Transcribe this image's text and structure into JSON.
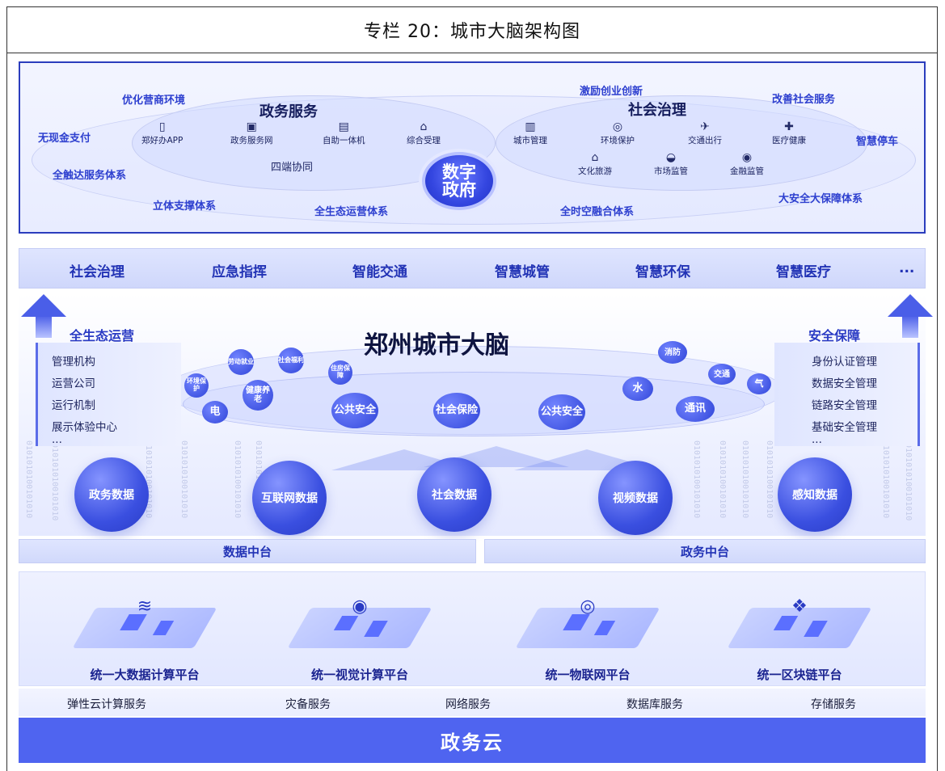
{
  "caption": "专栏 20：城市大脑架构图",
  "top": {
    "left_heading": "政务服务",
    "right_heading": "社会治理",
    "core": [
      "数字",
      "政府"
    ],
    "left_collab": "四端协同",
    "outer_labels": [
      "优化营商环境",
      "无现金支付",
      "全触达服务体系",
      "立体支撑体系",
      "全生态运营体系",
      "激励创业创新",
      "改善社会服务",
      "智慧停车",
      "大安全大保障体系",
      "全时空融合体系"
    ],
    "gov_services": [
      {
        "label": "郑好办APP",
        "icon": "phone-icon",
        "glyph": "▯"
      },
      {
        "label": "政务服务网",
        "icon": "monitor-icon",
        "glyph": "▣"
      },
      {
        "label": "自助一体机",
        "icon": "kiosk-icon",
        "glyph": "▤"
      },
      {
        "label": "综合受理",
        "icon": "counter-icon",
        "glyph": "⌂"
      }
    ],
    "social_services_row1": [
      {
        "label": "城市管理",
        "icon": "city-icon",
        "glyph": "▥"
      },
      {
        "label": "环境保护",
        "icon": "leaf-icon",
        "glyph": "◎"
      },
      {
        "label": "交通出行",
        "icon": "plane-icon",
        "glyph": "✈"
      },
      {
        "label": "医疗健康",
        "icon": "medical-icon",
        "glyph": "✚"
      }
    ],
    "social_services_row2": [
      {
        "label": "文化旅游",
        "icon": "culture-icon",
        "glyph": "⌂"
      },
      {
        "label": "市场监管",
        "icon": "badge-icon",
        "glyph": "◒"
      },
      {
        "label": "金融监管",
        "icon": "finance-icon",
        "glyph": "◉"
      }
    ]
  },
  "app_bar": [
    "社会治理",
    "应急指挥",
    "智能交通",
    "智慧城管",
    "智慧环保",
    "智慧医疗",
    "..."
  ],
  "brain": {
    "title": "郑州城市大脑",
    "left_title": "全生态运营",
    "left_items": [
      "管理机构",
      "运营公司",
      "运行机制",
      "展示体验中心",
      "..."
    ],
    "right_title": "安全保障",
    "right_items": [
      "身份认证管理",
      "数据安全管理",
      "链路安全管理",
      "基础安全管理",
      "..."
    ],
    "bubbles_small": [
      "劳动就业",
      "社会福利",
      "住房保障",
      "环境保护",
      "健康养老",
      "消防",
      "交通",
      "气"
    ],
    "bubbles_mid": [
      "电",
      "水",
      "通讯"
    ],
    "bubbles_big": [
      "公共安全",
      "社会保险",
      "公共安全"
    ]
  },
  "data_sources": [
    "政务数据",
    "互联网数据",
    "社会数据",
    "视频数据",
    "感知数据"
  ],
  "middle_platforms": [
    "数据中台",
    "政务中台"
  ],
  "platforms": [
    {
      "label": "统一大数据计算平台",
      "icon": "database-stack-icon",
      "glyph": "≋"
    },
    {
      "label": "统一视觉计算平台",
      "icon": "camera-icon",
      "glyph": "◉"
    },
    {
      "label": "统一物联网平台",
      "icon": "wifi-icon",
      "glyph": "◎"
    },
    {
      "label": "统一区块链平台",
      "icon": "blockchain-icon",
      "glyph": "❖"
    }
  ],
  "cloud_services": [
    "弹性云计算服务",
    "灾备服务",
    "网络服务",
    "数据库服务",
    "存储服务"
  ],
  "cloud": "政务云",
  "binary": "0101010100101010"
}
